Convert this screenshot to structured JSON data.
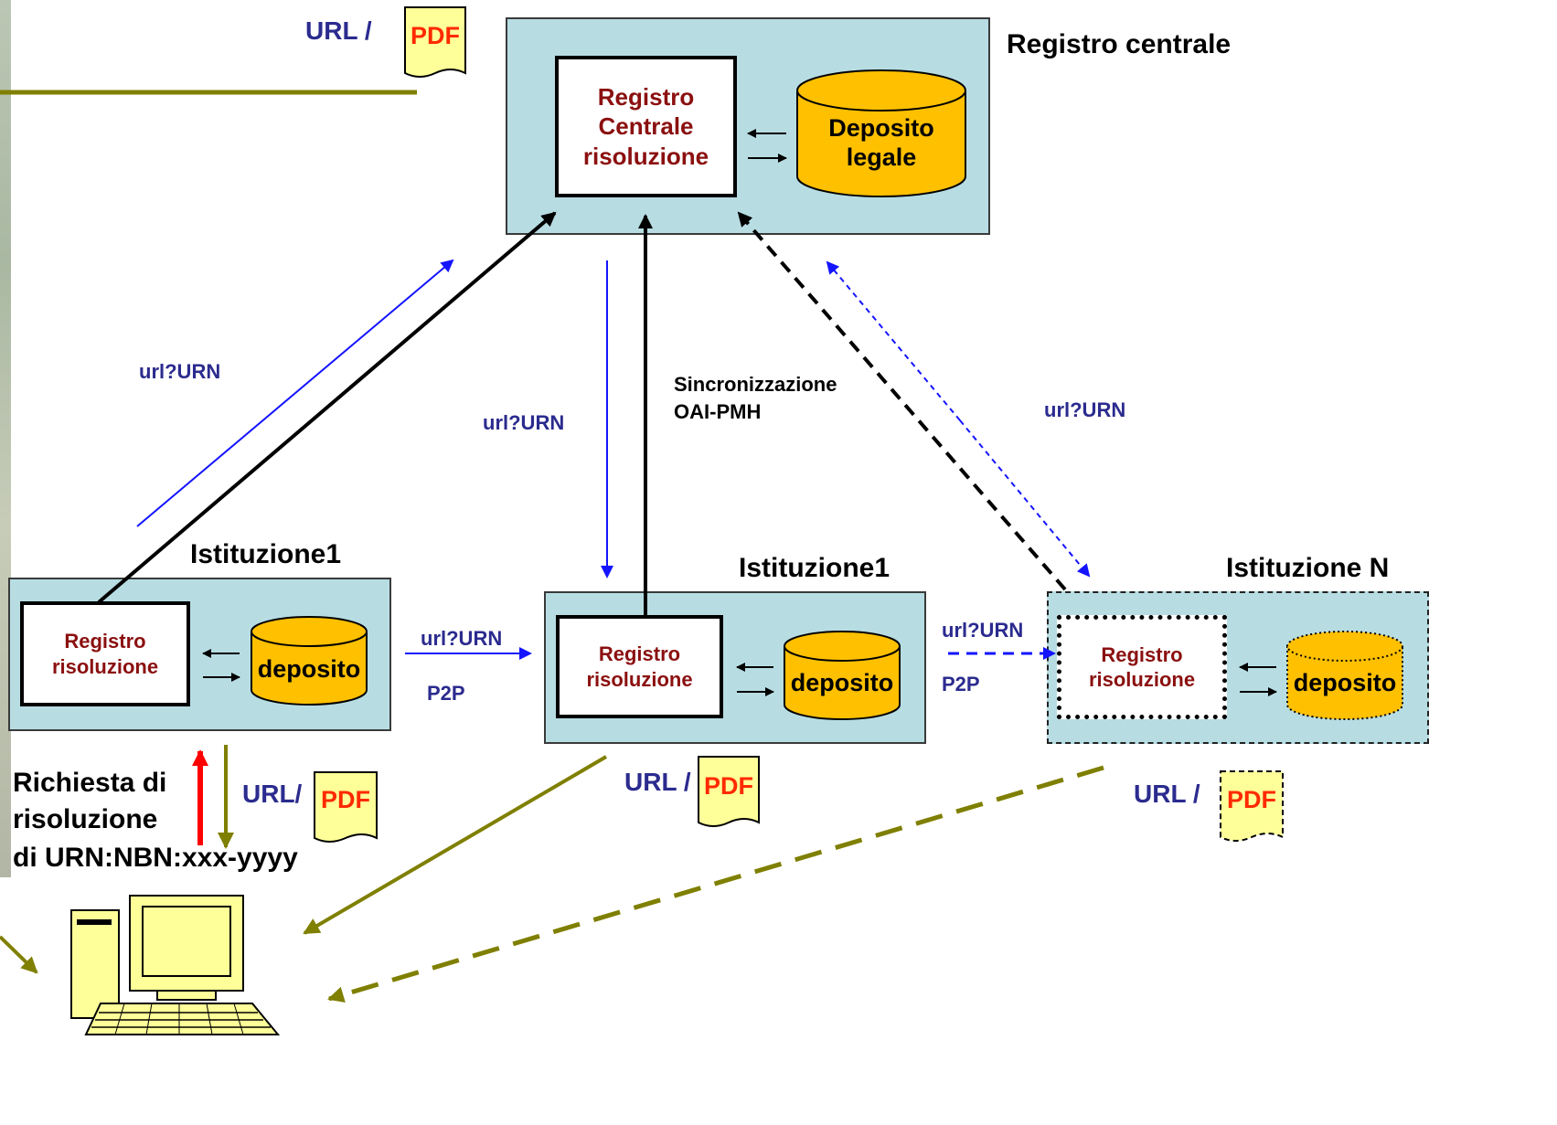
{
  "central": {
    "title": "Registro centrale",
    "registry_label": "Registro\nCentrale\nrisoluzione",
    "deposit_label": "Deposito\nlegale"
  },
  "inst_left": {
    "title": "Istituzione1",
    "registry_label": "Registro\nrisoluzione",
    "deposit_label": "deposito"
  },
  "inst_mid": {
    "title": "Istituzione1",
    "registry_label": "Registro\nrisoluzione",
    "deposit_label": "deposito"
  },
  "inst_right": {
    "title": "Istituzione N",
    "registry_label": "Registro\nrisoluzione",
    "deposit_label": "deposito"
  },
  "labels": {
    "url_urn_left": "url?URN",
    "url_urn_mid": "url?URN",
    "url_urn_right": "url?URN",
    "p2p_url_urn_1": "url?URN",
    "p2p_1": "P2P",
    "p2p_url_urn_2": "url?URN",
    "p2p_2": "P2P",
    "sync_line1": "Sincronizzazione",
    "sync_line2": "OAI-PMH",
    "request_line1": "Richiesta di",
    "request_line2": "risoluzione",
    "request_line3": "di URN:NBN:xxx-yyyy"
  },
  "documents": {
    "top_url": "URL /",
    "top_pdf": "PDF",
    "left_url": "URL/",
    "left_pdf": "PDF",
    "mid_url": "URL /",
    "mid_pdf": "PDF",
    "right_url": "URL /",
    "right_pdf": "PDF"
  },
  "colors": {
    "panel_fill": "#b7dde3",
    "cylinder_fill": "#ffc000",
    "document_fill": "#ffff99",
    "registry_text": "#8b1010",
    "blue_text": "#2b2b8f",
    "pdf_text": "#ff2a00",
    "olive_arrow": "#7f7f00",
    "blue_arrow": "#1414ff",
    "red_arrow": "#ff0000"
  }
}
